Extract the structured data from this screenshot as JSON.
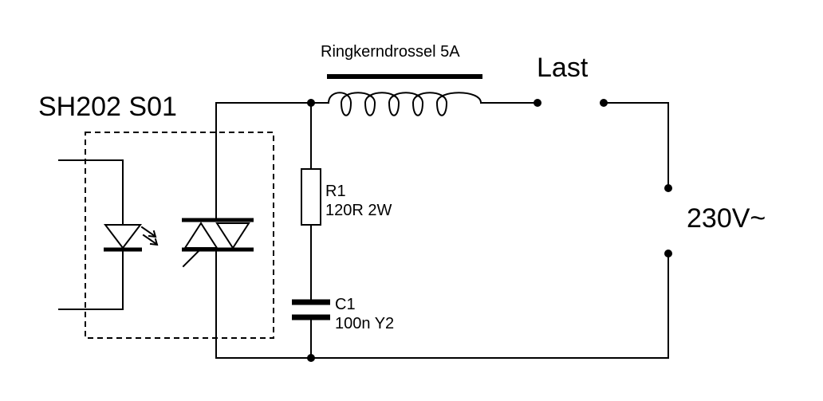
{
  "labels": {
    "optocoupler": "SH202 S01",
    "choke": "Ringkerndrossel 5A",
    "load": "Last",
    "supply": "230V~",
    "resistor_ref": "R1",
    "resistor_value": "120R 2W",
    "capacitor_ref": "C1",
    "capacitor_value": "100n Y2"
  }
}
